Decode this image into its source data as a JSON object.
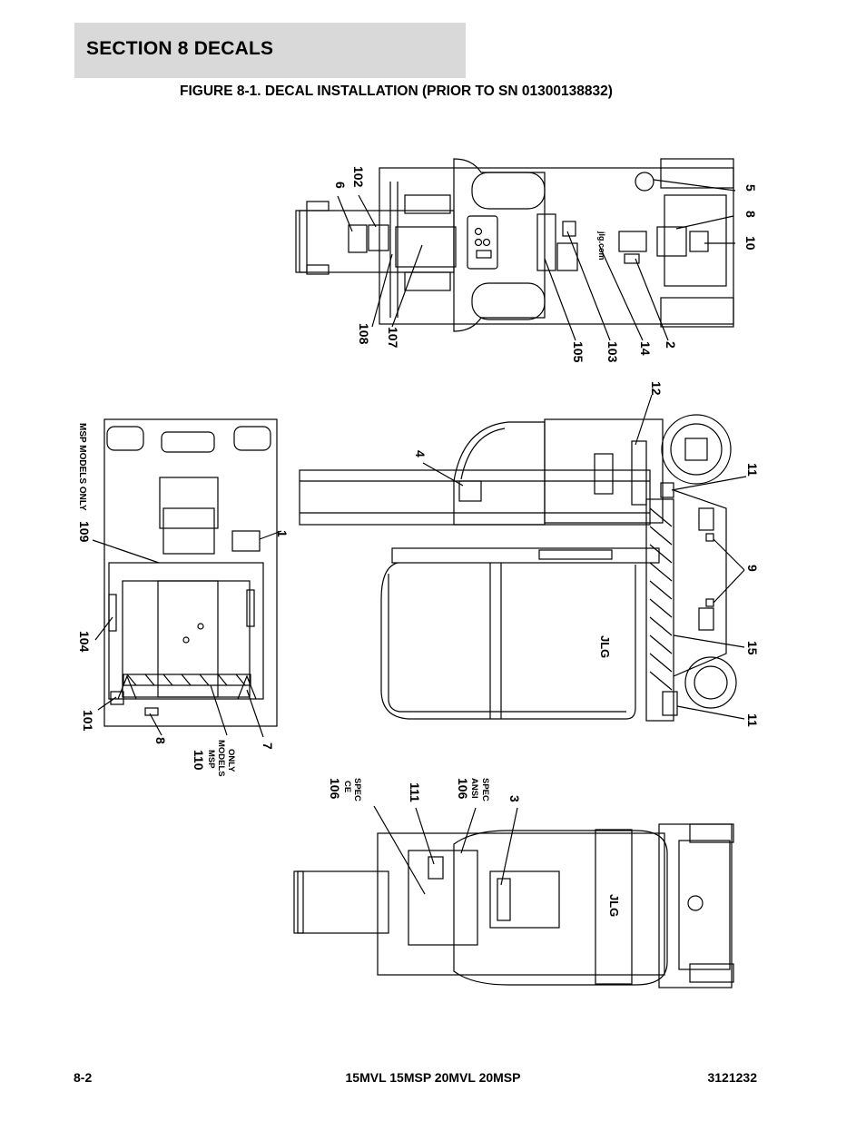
{
  "header": {
    "section_title": "SECTION 8   DECALS",
    "figure_title": "FIGURE 8-1. DECAL INSTALLATION (PRIOR TO SN 01300138832)"
  },
  "footer": {
    "page_number": "8-2",
    "models": "15MVL 15MSP 20MVL 20MSP",
    "doc_number": "3121232"
  },
  "callouts": {
    "top_view": [
      "6",
      "102",
      "5",
      "8",
      "10",
      "108",
      "107",
      "105",
      "103",
      "14",
      "2"
    ],
    "side_view": [
      "12",
      "4",
      "1",
      "11",
      "9",
      "15",
      "11"
    ],
    "front_view": [
      "109",
      "MSP MODELS ONLY",
      "104",
      "101",
      "8",
      "110",
      "MSP",
      "MODELS",
      "ONLY",
      "7"
    ],
    "rear_view": [
      "106",
      "CE",
      "SPEC",
      "111",
      "106",
      "ANSI",
      "SPEC",
      "3"
    ]
  },
  "decal_marks": {
    "jlg_logo": "JLG",
    "website": "jlg.com"
  }
}
